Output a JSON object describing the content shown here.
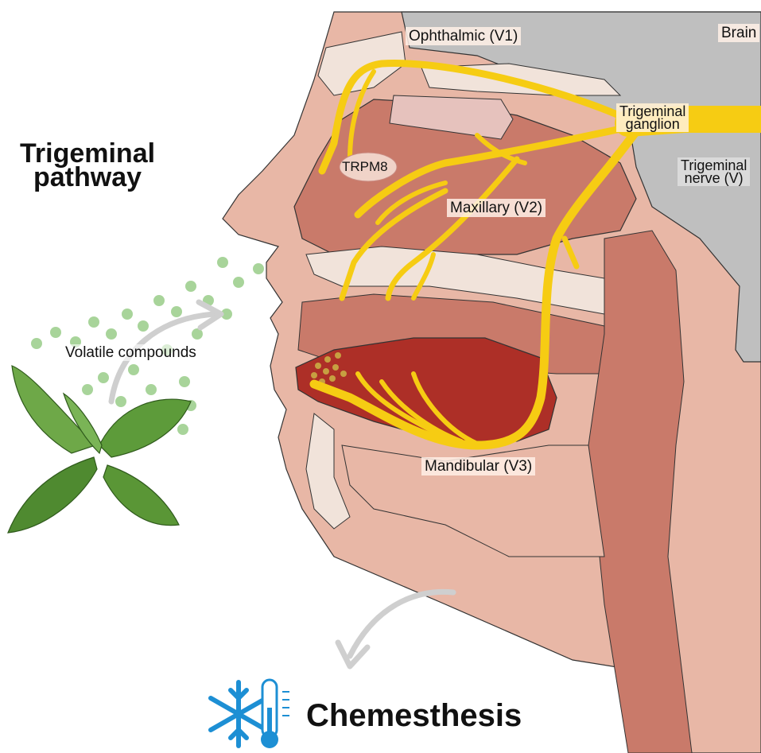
{
  "title": {
    "line1": "Trigeminal",
    "line2": "pathway"
  },
  "labels": {
    "ophthalmic": "Ophthalmic (V1)",
    "brain": "Brain",
    "ganglion_line1": "Trigeminal",
    "ganglion_line2": "ganglion",
    "nerve_line1": "Trigeminal",
    "nerve_line2": "nerve (V)",
    "trpm8": "TRPM8",
    "maxillary": "Maxillary (V2)",
    "mandibular": "Mandibular (V3)",
    "volatile": "Volatile compounds",
    "chemesthesis": "Chemesthesis"
  },
  "colors": {
    "nerve": "#f6cc13",
    "skin": "#e8b7a6",
    "tissue": "#c97a6a",
    "brain": "#bfbfbf",
    "bone": "#f1e3da",
    "tongue": "#ad2f27",
    "mint": "#5d9b3a",
    "icon_blue": "#1d8fd4"
  },
  "icons": [
    "mint-leaves",
    "snowflake-icon",
    "thermometer-icon",
    "arrow-icon"
  ]
}
